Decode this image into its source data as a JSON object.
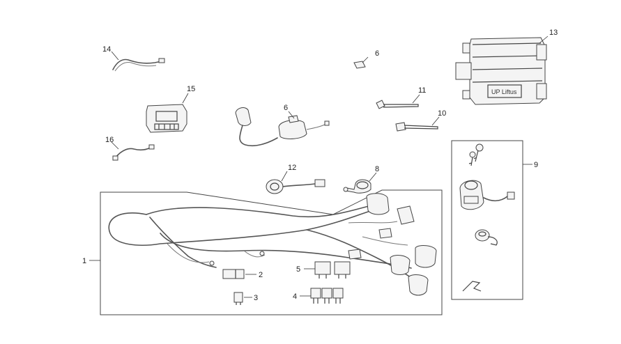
{
  "callouts": {
    "c1": "1",
    "c2": "2",
    "c3": "3",
    "c4": "4",
    "c5": "5",
    "c6a": "6",
    "c6b": "6",
    "c8": "8",
    "c9": "9",
    "c10": "10",
    "c11": "11",
    "c12": "12",
    "c13": "13",
    "c14": "14",
    "c15": "15",
    "c16": "16"
  },
  "logo_text": "UP Liftus",
  "colors": {
    "line": "#333333",
    "part": "#444444",
    "background": "#ffffff"
  }
}
